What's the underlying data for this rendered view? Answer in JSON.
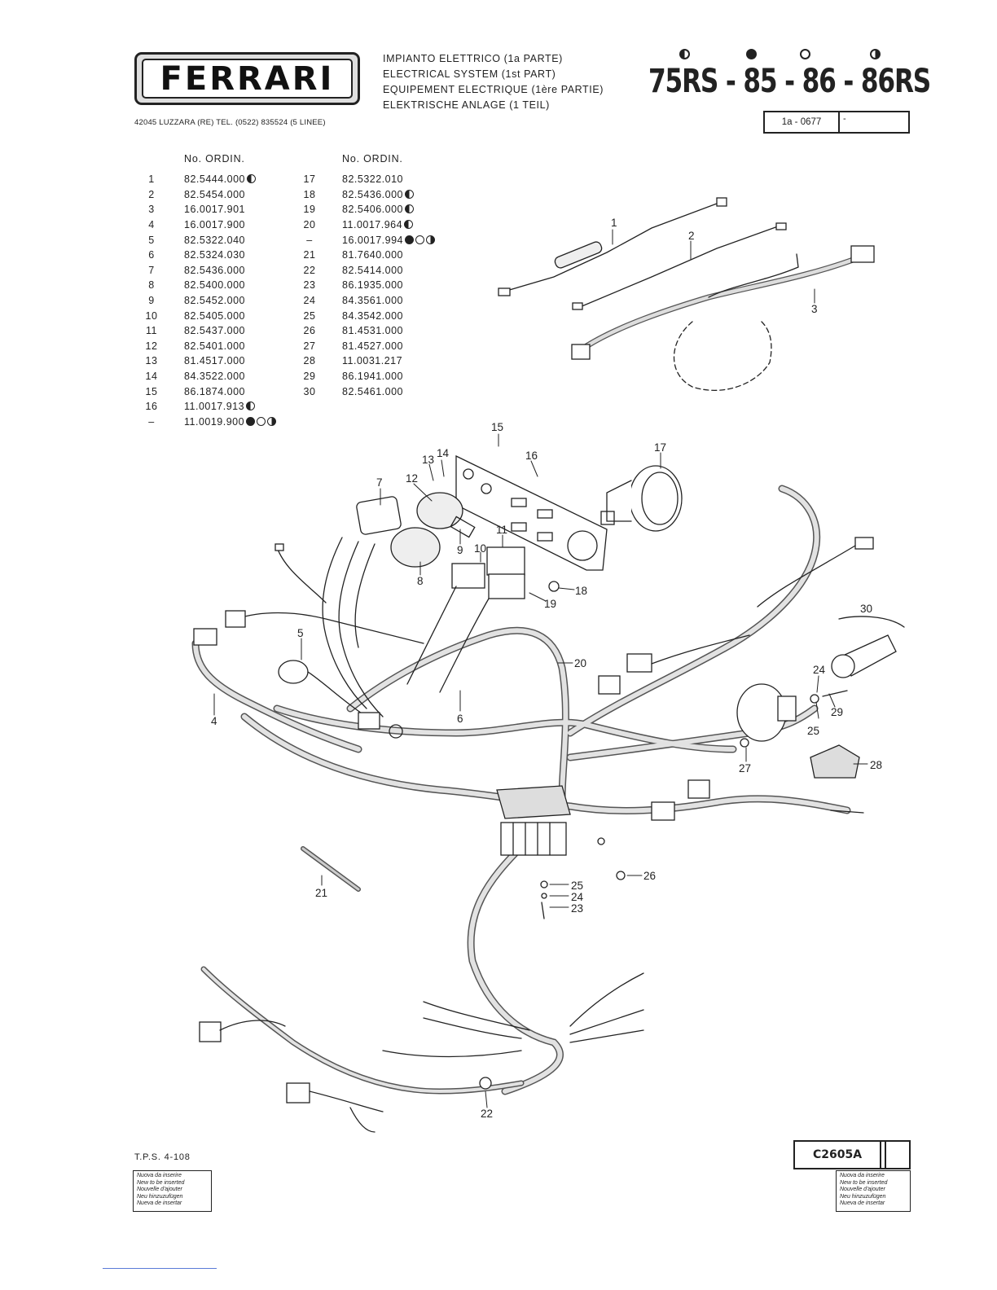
{
  "header": {
    "brand": "FERRARI",
    "address": "42045 LUZZARA (RE)   TEL. (0522) 835524 (5 LINEE)",
    "titles": [
      "IMPIANTO ELETTRICO (1a PARTE)",
      "ELECTRICAL SYSTEM (1st PART)",
      "EQUIPEMENT ELECTRIQUE (1ère PARTIE)",
      "ELEKTRISCHE ANLAGE (1 TEIL)"
    ],
    "models": "75RS - 85 - 86 - 86RS",
    "model_symbols": [
      "half-left",
      "full",
      "empty",
      "half-right"
    ],
    "reference": "1a - 0677",
    "reference_mark": "-"
  },
  "parts_list": {
    "header_left": "No. ORDIN.",
    "header_right": "No. ORDIN.",
    "left": [
      {
        "num": "1",
        "code": "82.5444.000",
        "symbols": [
          "half-left"
        ]
      },
      {
        "num": "2",
        "code": "82.5454.000",
        "symbols": []
      },
      {
        "num": "3",
        "code": "16.0017.901",
        "symbols": []
      },
      {
        "num": "4",
        "code": "16.0017.900",
        "symbols": []
      },
      {
        "num": "5",
        "code": "82.5322.040",
        "symbols": []
      },
      {
        "num": "6",
        "code": "82.5324.030",
        "symbols": []
      },
      {
        "num": "7",
        "code": "82.5436.000",
        "symbols": []
      },
      {
        "num": "8",
        "code": "82.5400.000",
        "symbols": []
      },
      {
        "num": "9",
        "code": "82.5452.000",
        "symbols": []
      },
      {
        "num": "10",
        "code": "82.5405.000",
        "symbols": []
      },
      {
        "num": "11",
        "code": "82.5437.000",
        "symbols": []
      },
      {
        "num": "12",
        "code": "82.5401.000",
        "symbols": []
      },
      {
        "num": "13",
        "code": "81.4517.000",
        "symbols": []
      },
      {
        "num": "14",
        "code": "84.3522.000",
        "symbols": []
      },
      {
        "num": "15",
        "code": "86.1874.000",
        "symbols": []
      },
      {
        "num": "16",
        "code": "11.0017.913",
        "symbols": [
          "half-left"
        ]
      },
      {
        "num": "–",
        "code": "11.0019.900",
        "symbols": [
          "full",
          "empty",
          "half-right"
        ]
      }
    ],
    "right": [
      {
        "num": "17",
        "code": "82.5322.010",
        "symbols": []
      },
      {
        "num": "18",
        "code": "82.5436.000",
        "symbols": [
          "half-left"
        ]
      },
      {
        "num": "19",
        "code": "82.5406.000",
        "symbols": [
          "half-left"
        ]
      },
      {
        "num": "20",
        "code": "11.0017.964",
        "symbols": [
          "half-left"
        ]
      },
      {
        "num": "–",
        "code": "16.0017.994",
        "symbols": [
          "full",
          "empty",
          "half-right"
        ]
      },
      {
        "num": "21",
        "code": "81.7640.000",
        "symbols": []
      },
      {
        "num": "22",
        "code": "82.5414.000",
        "symbols": []
      },
      {
        "num": "23",
        "code": "86.1935.000",
        "symbols": []
      },
      {
        "num": "24",
        "code": "84.3561.000",
        "symbols": []
      },
      {
        "num": "25",
        "code": "84.3542.000",
        "symbols": []
      },
      {
        "num": "26",
        "code": "81.4531.000",
        "symbols": []
      },
      {
        "num": "27",
        "code": "81.4527.000",
        "symbols": []
      },
      {
        "num": "28",
        "code": "11.0031.217",
        "symbols": []
      },
      {
        "num": "29",
        "code": "86.1941.000",
        "symbols": []
      },
      {
        "num": "30",
        "code": "82.5461.000",
        "symbols": []
      }
    ]
  },
  "callouts": [
    {
      "label": "1"
    },
    {
      "label": "2"
    },
    {
      "label": "3"
    },
    {
      "label": "4"
    },
    {
      "label": "5"
    },
    {
      "label": "6"
    },
    {
      "label": "7"
    },
    {
      "label": "8"
    },
    {
      "label": "9"
    },
    {
      "label": "10"
    },
    {
      "label": "11"
    },
    {
      "label": "12"
    },
    {
      "label": "13"
    },
    {
      "label": "14"
    },
    {
      "label": "15"
    },
    {
      "label": "16"
    },
    {
      "label": "17"
    },
    {
      "label": "18"
    },
    {
      "label": "19"
    },
    {
      "label": "20"
    },
    {
      "label": "21"
    },
    {
      "label": "22"
    },
    {
      "label": "23"
    },
    {
      "label": "24"
    },
    {
      "label": "25"
    },
    {
      "label": "26"
    },
    {
      "label": "27"
    },
    {
      "label": "28"
    },
    {
      "label": "29"
    },
    {
      "label": "30"
    },
    {
      "label": "24"
    },
    {
      "label": "25"
    }
  ],
  "footer": {
    "tps": "T.P.S. 4-108",
    "code": "C2605A",
    "note_lines": [
      "Nuova da inserire",
      "New to be inserted",
      "Nouvelle d'ajouter",
      "Neu hinzuzufügen",
      "Nueva de insertar"
    ]
  }
}
